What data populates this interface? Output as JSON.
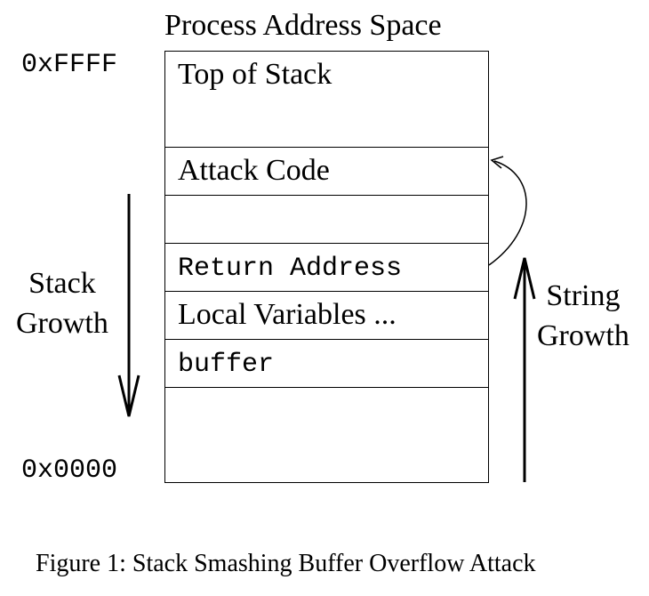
{
  "diagram": {
    "title": "Process Address Space",
    "address_high": "0xFFFF",
    "address_low": "0x0000",
    "rows": [
      {
        "label": "Top of Stack",
        "font": "serif"
      },
      {
        "label": "Attack Code",
        "font": "serif"
      },
      {
        "label": "",
        "font": "serif"
      },
      {
        "label": "Return Address",
        "font": "mono"
      },
      {
        "label": "Local Variables ...",
        "font": "serif"
      },
      {
        "label": "buffer",
        "font": "mono"
      },
      {
        "label": "",
        "font": "serif"
      }
    ],
    "stack_growth": {
      "line1": "Stack",
      "line2": "Growth"
    },
    "string_growth": {
      "line1": "String",
      "line2": "Growth"
    },
    "caption": "Figure 1: Stack Smashing Buffer Overflow Attack"
  }
}
